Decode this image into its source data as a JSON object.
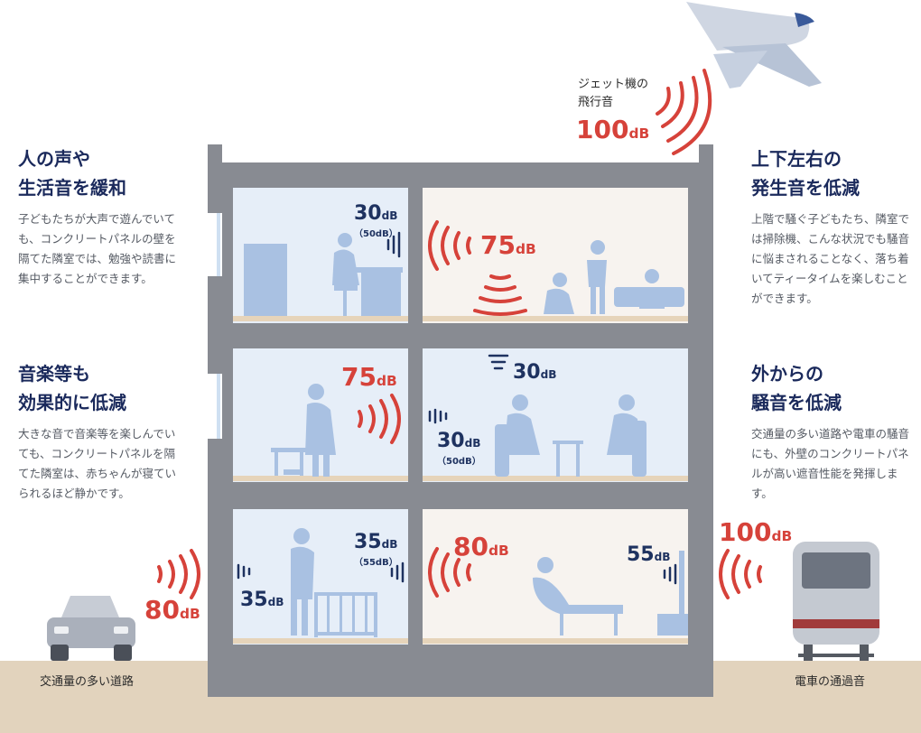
{
  "colors": {
    "ground": "#e2d3bd",
    "building": "#888b92",
    "room_blue": "#e6eef8",
    "room_cream": "#f7f3ef",
    "red": "#d6423a",
    "navy": "#1e3260",
    "figure": "#a9c1e2"
  },
  "left": {
    "voice": {
      "heading": "人の声や\n生活音を緩和",
      "body": "子どもたちが大声で遊んでいても、コンクリートパネルの壁を隔てた隣室では、勉強や読書に集中することができます。"
    },
    "music": {
      "heading": "音楽等も\n効果的に低減",
      "body": "大きな音で音楽等を楽しんでいても、コンクリートパネルを隔てた隣室は、赤ちゃんが寝ていられるほど静かです。"
    }
  },
  "right": {
    "updown": {
      "heading": "上下左右の\n発生音を低減",
      "body": "上階で騒ぐ子どもたち、隣室では掃除機、こんな状況でも騒音に悩まされることなく、落ち着いてティータイムを楽しむことができます。"
    },
    "outside": {
      "heading": "外からの\n騒音を低減",
      "body": "交通量の多い道路や電車の騒音にも、外壁のコンクリートパネルが高い遮音性能を発揮します。"
    }
  },
  "jet": {
    "label": "ジェット機の\n飛行音",
    "num": "100",
    "unit": "dB"
  },
  "road": {
    "label": "交通量の多い道路",
    "num": "80",
    "unit": "dB"
  },
  "train": {
    "label": "電車の通過音",
    "num": "100",
    "unit": "dB"
  },
  "rooms": {
    "top_left": {
      "num": "30",
      "unit": "dB",
      "sub": "（50dB）"
    },
    "top_right": {
      "num": "75",
      "unit": "dB"
    },
    "mid_left": {
      "num": "75",
      "unit": "dB"
    },
    "mid_right_top": {
      "num": "30",
      "unit": "dB"
    },
    "mid_right_side": {
      "num": "30",
      "unit": "dB",
      "sub": "（50dB）"
    },
    "bot_left_inner": {
      "num": "35",
      "unit": "dB"
    },
    "bot_left_right": {
      "num": "35",
      "unit": "dB",
      "sub": "（55dB）"
    },
    "bot_right_left": {
      "num": "80",
      "unit": "dB"
    },
    "bot_right_right": {
      "num": "55",
      "unit": "dB"
    }
  }
}
